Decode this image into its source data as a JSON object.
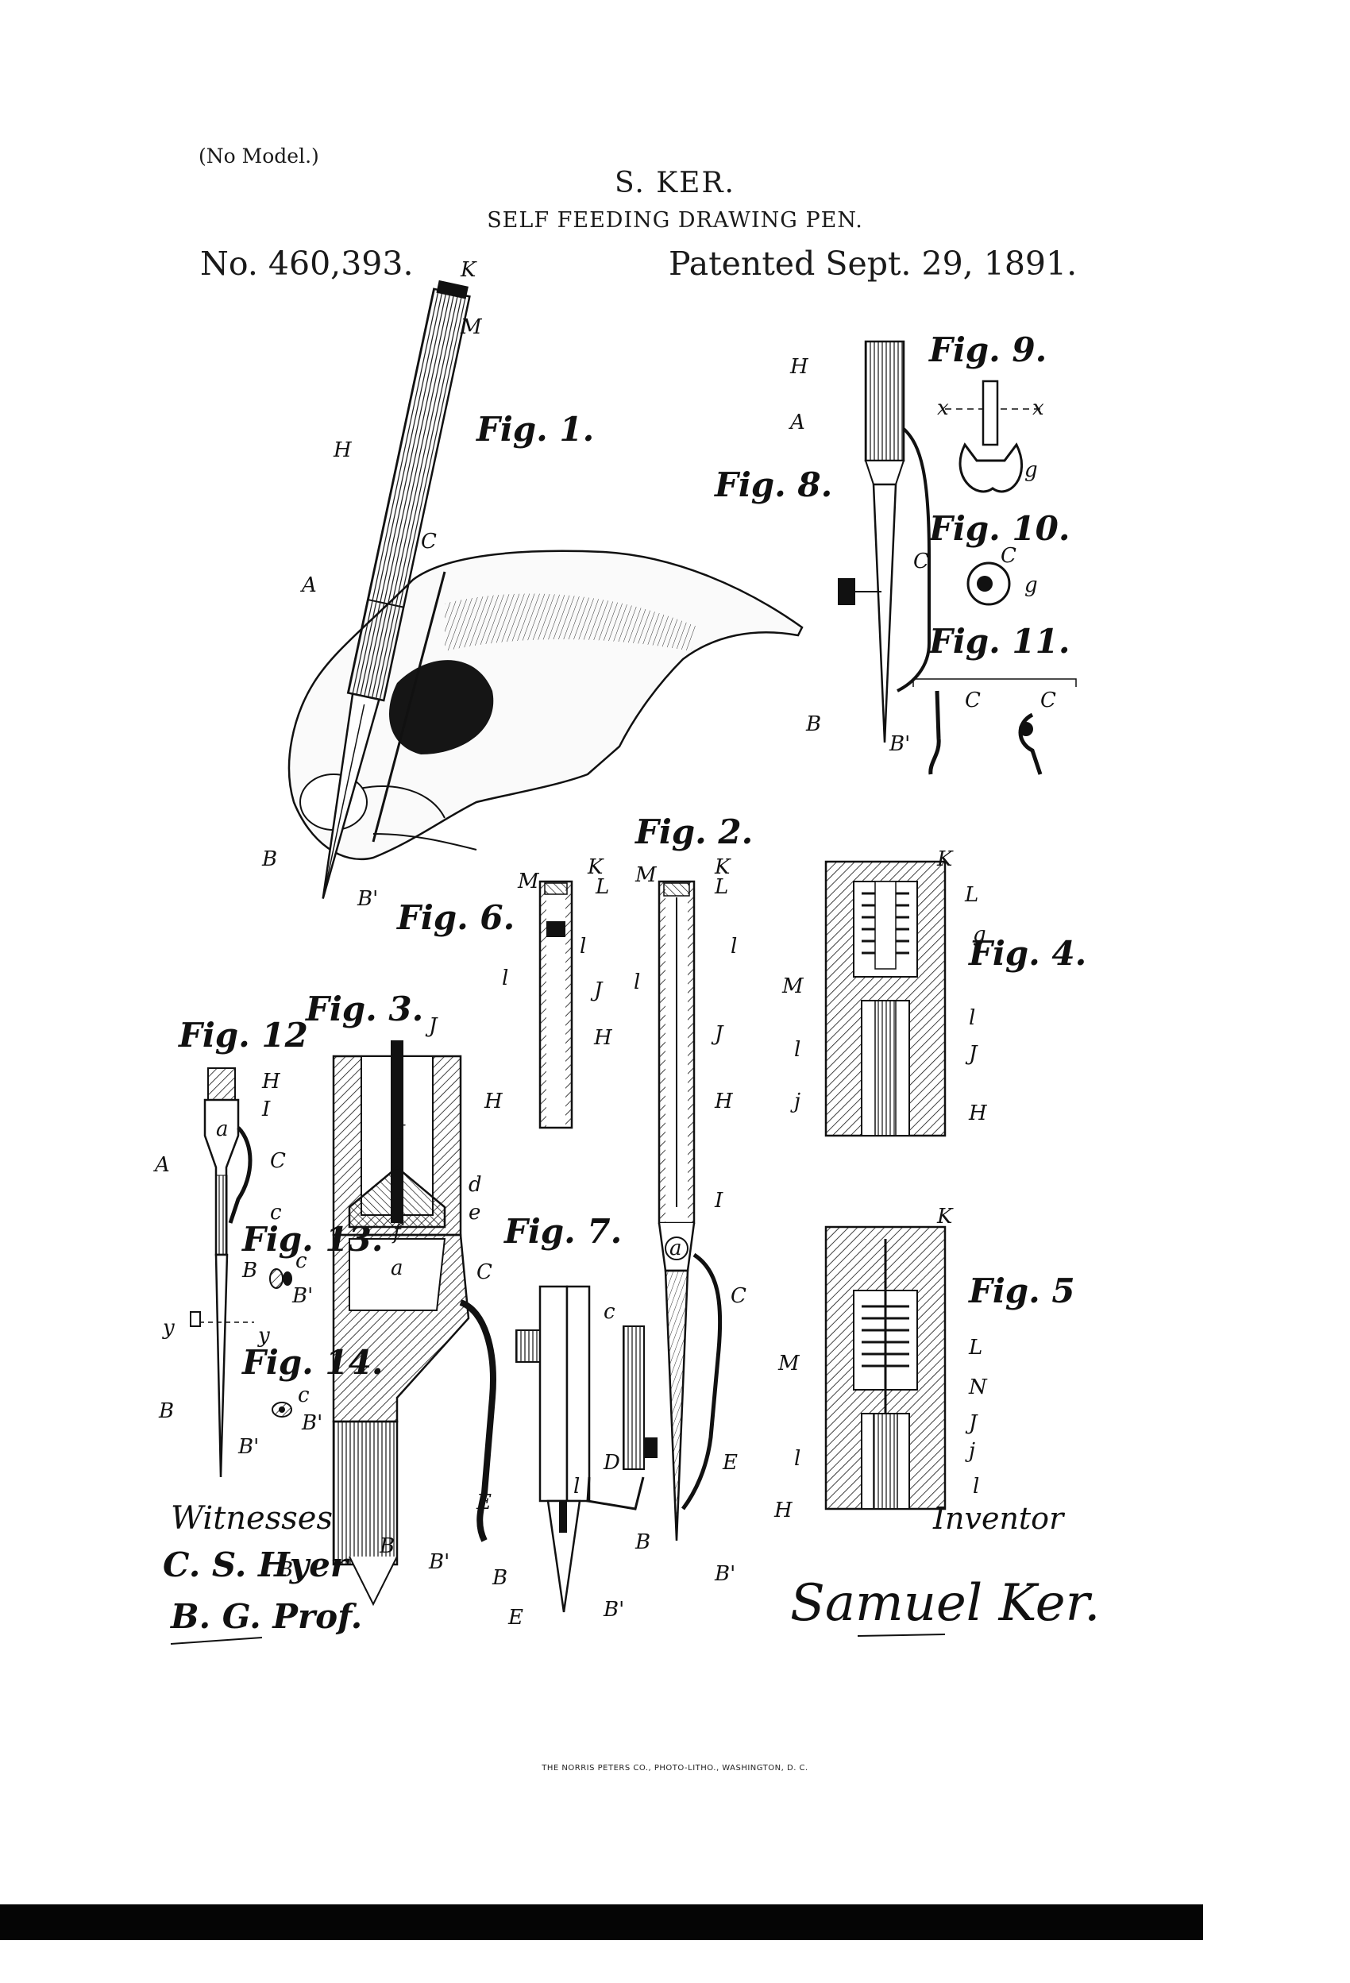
{
  "header": {
    "no_model": "(No Model.)",
    "inventor": "S. KER.",
    "title": "SELF FEEDING DRAWING PEN.",
    "patent_no": "No. 460,393.",
    "patented": "Patented Sept. 29, 1891."
  },
  "figures": {
    "fig1": "Fig. 1.",
    "fig2": "Fig. 2.",
    "fig3": "Fig. 3.",
    "fig4": "Fig. 4.",
    "fig5": "Fig. 5",
    "fig6": "Fig. 6.",
    "fig7": "Fig. 7.",
    "fig8": "Fig. 8.",
    "fig9": "Fig. 9.",
    "fig10": "Fig. 10.",
    "fig11": "Fig. 11.",
    "fig12": "Fig. 12",
    "fig13": "Fig. 13.",
    "fig14": "Fig. 14."
  },
  "labels": {
    "K": "K",
    "M": "M",
    "H": "H",
    "A": "A",
    "C": "C",
    "c": "c",
    "B": "B",
    "Bp": "B'",
    "L": "L",
    "l": "l",
    "J": "J",
    "j": "j",
    "I": "I",
    "a": "a",
    "d": "d",
    "e": "e",
    "f": "f",
    "D": "D",
    "E": "E",
    "N": "N",
    "g": "g",
    "y": "y",
    "x": "x"
  },
  "witnesses": {
    "heading": "Witnesses",
    "sig1": "C. S. Hyer",
    "sig2": "B. G. Prof."
  },
  "inventor_block": {
    "heading": "Inventor",
    "signature": "Samuel Ker."
  },
  "printer": "THE NORRIS PETERS CO., PHOTO-LITHO., WASHINGTON, D. C."
}
